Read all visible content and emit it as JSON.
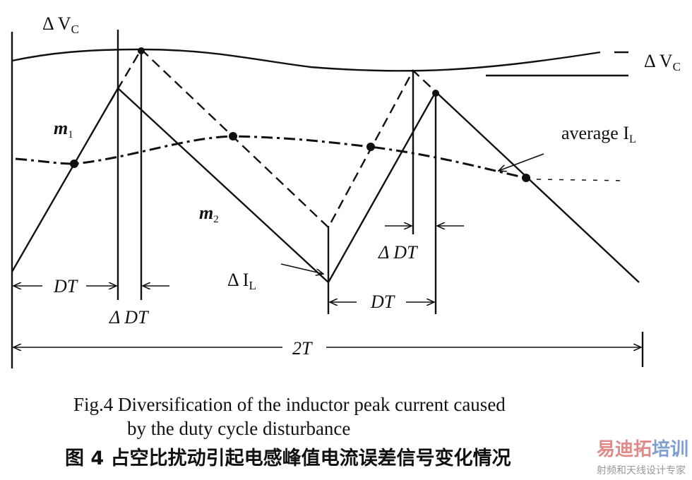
{
  "labels": {
    "delta_vc_top": "Δ V",
    "delta_vc_top_sub": "C",
    "delta_vc_right": "Δ V",
    "delta_vc_right_sub": "C",
    "m1": "m",
    "m1_sub": "1",
    "m2": "m",
    "m2_sub": "2",
    "average": "average I",
    "average_sub": "L",
    "delta_dt_right": "Δ DT",
    "delta_il": "Δ I",
    "delta_il_sub": "L",
    "dt_left": "DT",
    "delta_dt_left": "Δ DT",
    "dt_right": "DT",
    "two_t": "2T"
  },
  "caption": {
    "en_line1": "Fig.4 Diversification of the inductor peak current caused",
    "en_line2": "by the duty cycle disturbance",
    "zh": "图 4  占空比扰动引起电感峰值电流误差信号变化情况"
  },
  "watermark": {
    "brand_part1": "易迪拓",
    "brand_part2": "培训",
    "tagline": "射频和天线设计专家",
    "color1": "#e08a8a",
    "color2": "#7f9fcf"
  }
}
